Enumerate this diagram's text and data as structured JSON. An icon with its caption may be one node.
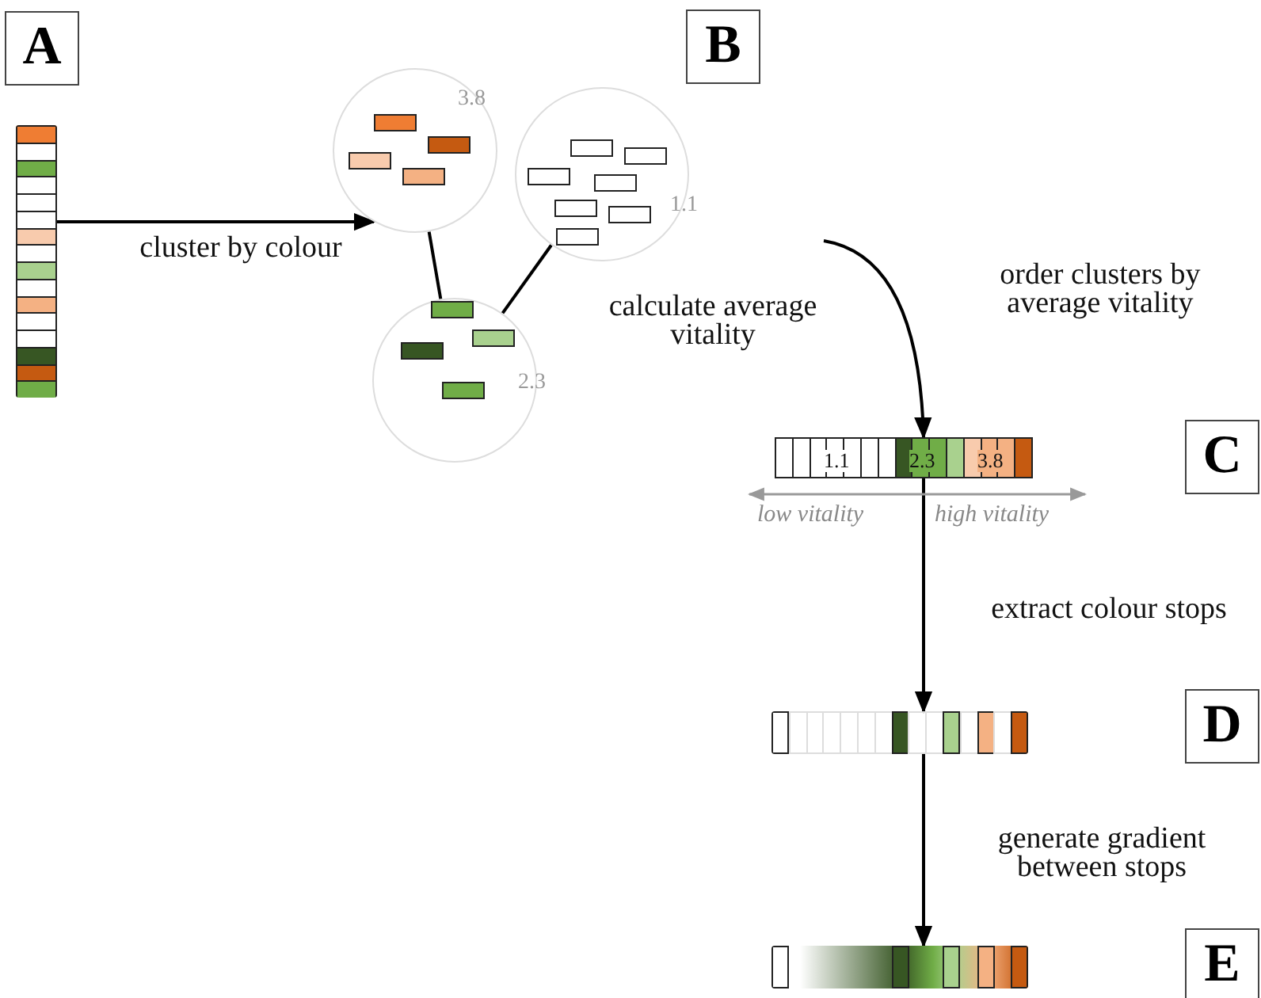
{
  "diagram": {
    "nodes": [
      {
        "text": [],
        "shape": "bar"
      },
      {
        "text": [
          "3.8"
        ]
      },
      {
        "text": [
          "1.1"
        ]
      },
      {
        "text": [
          "2.3"
        ]
      },
      {
        "text": [
          "1.1",
          "2.3",
          "3.8"
        ]
      },
      {
        "text": [],
        "shape": "bar"
      },
      {
        "text": [],
        "shape": "bar"
      }
    ],
    "edges": [
      {
        "from": 0,
        "to": 1,
        "arrow": "to",
        "label": "cluster by colour"
      },
      {
        "from": 1,
        "to": 3,
        "arrow": "none"
      },
      {
        "from": 2,
        "to": 3,
        "arrow": "none"
      },
      {
        "from": null,
        "to": 4,
        "arrow": "to",
        "label": "order clusters by average vitality"
      },
      {
        "from": 4,
        "to": 5,
        "arrow": "to",
        "label": "extract colour stops"
      },
      {
        "from": 5,
        "to": 6,
        "arrow": "to",
        "label": "generate gradient between stops"
      }
    ],
    "labels": [
      "A",
      "B",
      "calculate average vitality",
      "C",
      "low vitality",
      "high vitality",
      "D",
      "E"
    ]
  }
}
